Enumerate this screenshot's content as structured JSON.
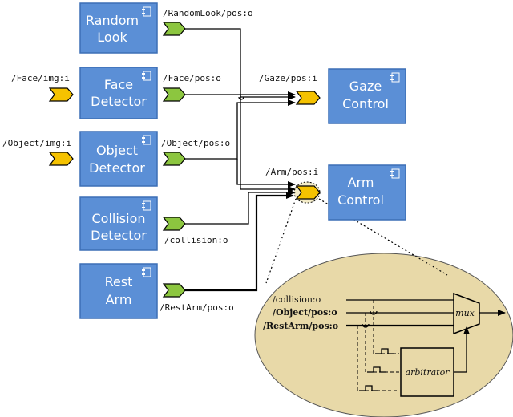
{
  "components": {
    "random_look": {
      "line1": "Random",
      "line2": "Look"
    },
    "face_detector": {
      "line1": "Face",
      "line2": "Detector"
    },
    "object_detector": {
      "line1": "Object",
      "line2": "Detector"
    },
    "collision_detector": {
      "line1": "Collision",
      "line2": "Detector"
    },
    "rest_arm": {
      "line1": "Rest",
      "line2": "Arm"
    },
    "gaze_control": {
      "line1": "Gaze",
      "line2": "Control"
    },
    "arm_control": {
      "line1": "Arm",
      "line2": "Control"
    }
  },
  "ports": {
    "random_look_out": "/RandomLook/pos:o",
    "face_in": "/Face/img:i",
    "face_out": "/Face/pos:o",
    "object_in": "/Object/img:i",
    "object_out": "/Object/pos:o",
    "collision_out": "/collision:o",
    "rest_arm_out": "/RestArm/pos:o",
    "gaze_in": "/Gaze/pos:i",
    "arm_in": "/Arm/pos:i"
  },
  "zoom": {
    "collision": "/collision:o",
    "object": "/Object/pos:o",
    "rest_arm": "/RestArm/pos:o",
    "mux": "mux",
    "arbitrator": "arbitrator"
  },
  "colors": {
    "component_fill": "#5b8fd6",
    "component_stroke": "#3c6fb5",
    "input_port": "#f5c200",
    "output_port": "#8cc63f",
    "zoom_fill": "#e8d9a8"
  }
}
